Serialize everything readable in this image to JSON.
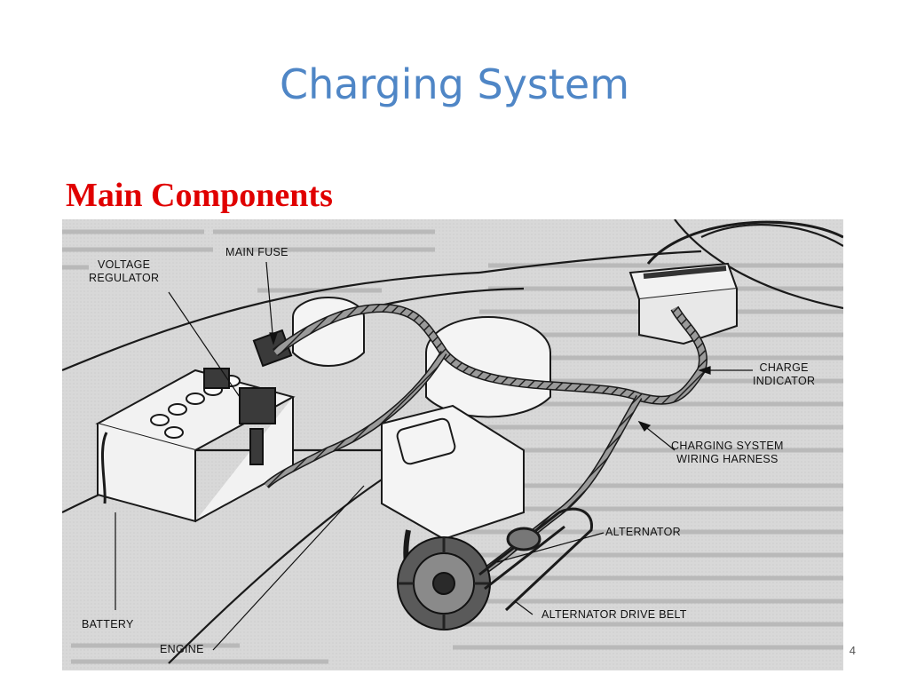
{
  "slide": {
    "title": "Charging System",
    "subtitle": "Main Components",
    "page_number": "4"
  },
  "diagram": {
    "labels": {
      "voltage_regulator": "VOLTAGE\nREGULATOR",
      "main_fuse": "MAIN FUSE",
      "charge_indicator": "CHARGE\nINDICATOR",
      "charging_system_wiring_harness": "CHARGING SYSTEM\nWIRING HARNESS",
      "alternator": "ALTERNATOR",
      "alternator_drive_belt": "ALTERNATOR DRIVE BELT",
      "battery": "BATTERY",
      "engine": "ENGINE"
    }
  },
  "colors": {
    "title": "#4f86c6",
    "subtitle": "#e00000",
    "figure_background": "#dcdcdc",
    "line_art": "#1a1a1a"
  }
}
